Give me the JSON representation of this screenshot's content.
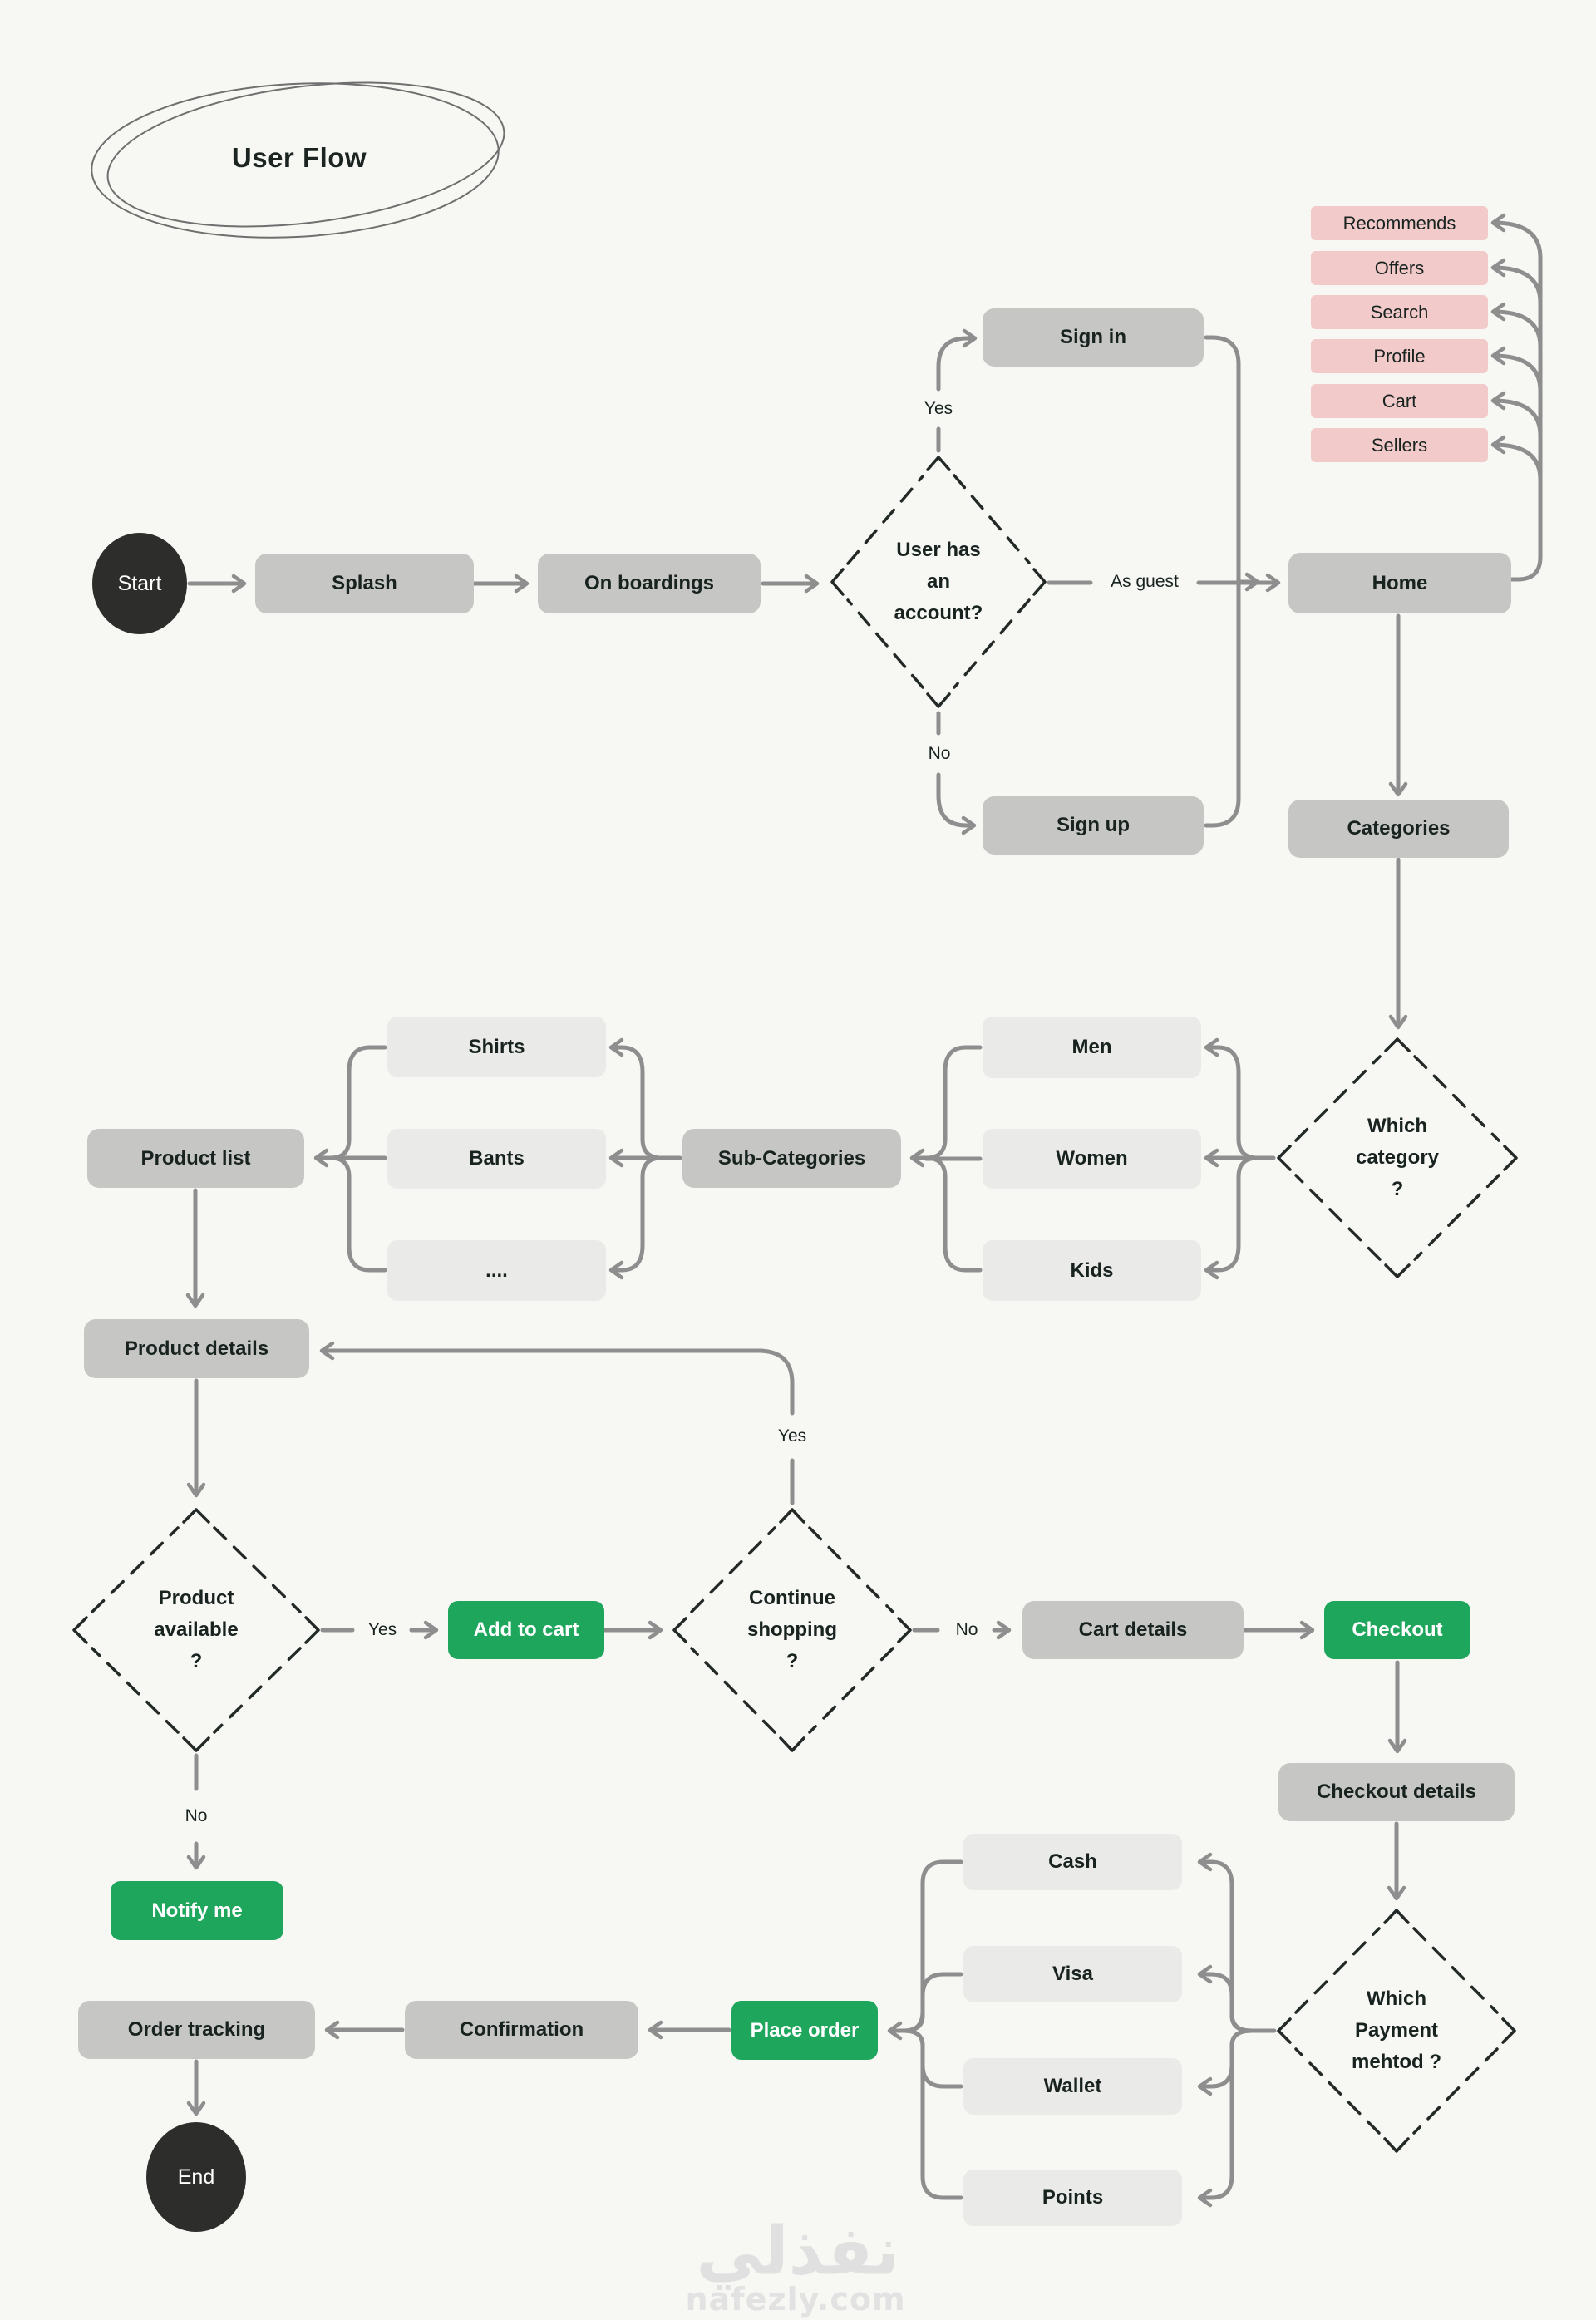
{
  "title": "User Flow",
  "nodes": {
    "start": "Start",
    "splash": "Splash",
    "onboardings": "On boardings",
    "sign_in": "Sign in",
    "sign_up": "Sign up",
    "home": "Home",
    "home_features": [
      "Recommends",
      "Offers",
      "Search",
      "Profile",
      "Cart",
      "Sellers"
    ],
    "categories": "Categories",
    "category_options": [
      "Men",
      "Women",
      "Kids"
    ],
    "sub_categories": "Sub-Categories",
    "sub_category_options": [
      "Shirts",
      "Bants",
      "...."
    ],
    "product_list": "Product list",
    "product_details": "Product details",
    "add_to_cart": "Add to cart",
    "notify_me": "Notify me",
    "cart_details": "Cart details",
    "checkout": "Checkout",
    "checkout_details": "Checkout details",
    "payment_options": [
      "Cash",
      "Visa",
      "Wallet",
      "Points"
    ],
    "place_order": "Place order",
    "confirmation": "Confirmation",
    "order_tracking": "Order tracking",
    "end": "End"
  },
  "decisions": {
    "account": [
      "User has",
      "an",
      "account?"
    ],
    "category": [
      "Which",
      "category",
      "?"
    ],
    "availability": [
      "Product",
      "available",
      "?"
    ],
    "continue_shopping": [
      "Continue",
      "shopping",
      "?"
    ],
    "payment": [
      "Which",
      "Payment",
      "mehtod ?"
    ]
  },
  "edge_labels": {
    "account_yes": "Yes",
    "account_no": "No",
    "as_guest": "As guest",
    "available_yes": "Yes",
    "available_no": "No",
    "continue_yes": "Yes",
    "continue_no": "No"
  },
  "watermark": {
    "logo": "نفذلي",
    "site": "nafezly.com"
  },
  "colors": {
    "background": "#f7f7f4",
    "node_gray": "#c6c7c5",
    "node_light": "#eaeae9",
    "node_pink": "#f2caca",
    "accent_green": "#1ea65c",
    "start_end": "#2d2e2c",
    "connector": "#8e8e8e",
    "decision_stroke": "#222927",
    "text": "#182320"
  }
}
